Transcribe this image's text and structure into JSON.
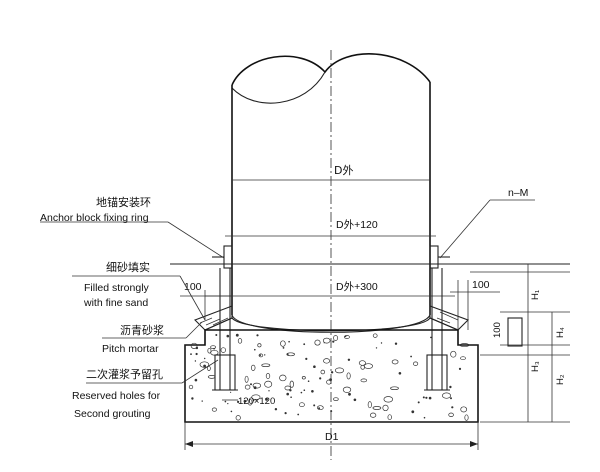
{
  "labels": {
    "anchor_ring_cn": "地锚安装环",
    "anchor_ring_en": "Anchor block fixing ring",
    "fine_sand_cn": "细砂填实",
    "fine_sand_en1": "Filled strongly",
    "fine_sand_en2": "with fine sand",
    "pitch_cn": "沥青砂浆",
    "pitch_en": "Pitch mortar",
    "grout_cn": "二次灌浆予留孔",
    "grout_en1": "Reserved holes for",
    "grout_en2": "Second grouting",
    "n_m": "n–M"
  },
  "dimensions": {
    "d_out": "D外",
    "d_out_120": "D外+120",
    "d_out_300": "D外+300",
    "left_100": "100",
    "right_100": "100",
    "vert_100": "100",
    "hole_size": "120×120",
    "d1": "D1",
    "h1": "H₁",
    "h2": "H₂",
    "h3": "H₃",
    "h4": "H₄"
  }
}
